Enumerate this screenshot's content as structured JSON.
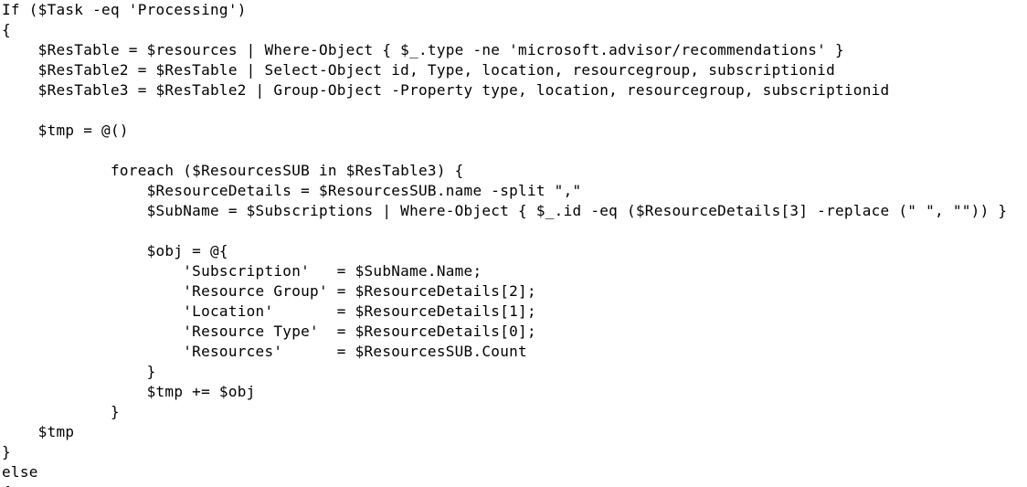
{
  "editor": {
    "lines": [
      "If ($Task -eq 'Processing')",
      "{",
      "    $ResTable = $resources | Where-Object { $_.type -ne 'microsoft.advisor/recommendations' }",
      "    $ResTable2 = $ResTable | Select-Object id, Type, location, resourcegroup, subscriptionid",
      "    $ResTable3 = $ResTable2 | Group-Object -Property type, location, resourcegroup, subscriptionid",
      "",
      "    $tmp = @()",
      "",
      "            foreach ($ResourcesSUB in $ResTable3) {",
      "                $ResourceDetails = $ResourcesSUB.name -split \",\"",
      "                $SubName = $Subscriptions | Where-Object { $_.id -eq ($ResourceDetails[3] -replace (\" \", \"\")) }",
      "",
      "                $obj = @{",
      "                    'Subscription'   = $SubName.Name;",
      "                    'Resource Group' = $ResourceDetails[2];",
      "                    'Location'       = $ResourceDetails[1];",
      "                    'Resource Type'  = $ResourceDetails[0];",
      "                    'Resources'      = $ResourcesSUB.Count",
      "                }",
      "                $tmp += $obj",
      "            }",
      "    $tmp",
      "}",
      "else",
      "{"
    ]
  },
  "colors": {
    "text": "#000000",
    "background": "#ffffff"
  }
}
